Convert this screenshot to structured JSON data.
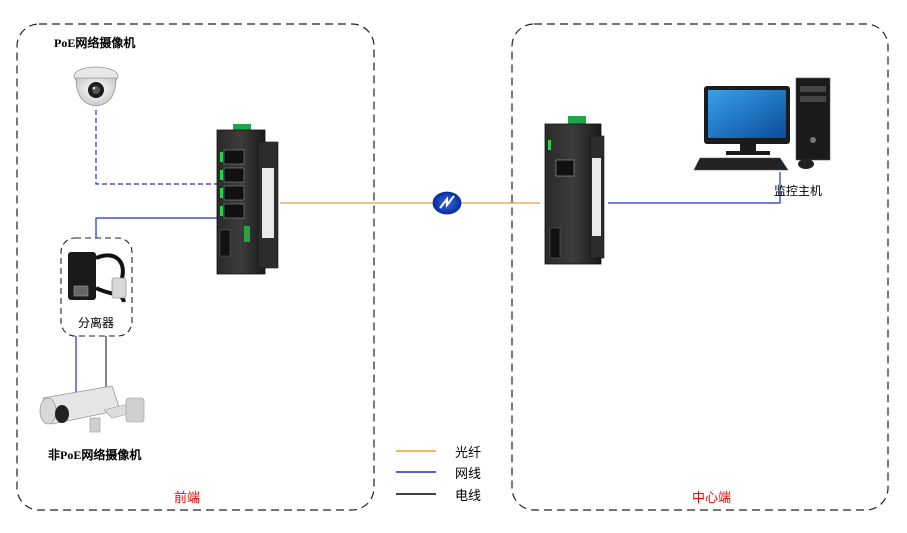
{
  "labels": {
    "poe_camera": "PoE网络摄像机",
    "splitter": "分离器",
    "non_poe_camera": "非PoE网络摄像机",
    "monitor_host": "监控主机",
    "front_end": "前端",
    "center_end": "中心端"
  },
  "legend": [
    {
      "label": "光纤",
      "color": "#f0a030"
    },
    {
      "label": "网线",
      "color": "#1f2fd0"
    },
    {
      "label": "电线",
      "color": "#000000"
    }
  ],
  "colors": {
    "fiber": "#e0a040",
    "network": "#1f2fd0",
    "power": "#333333",
    "region_border": "#222222",
    "accent_red": "#ff0000"
  }
}
